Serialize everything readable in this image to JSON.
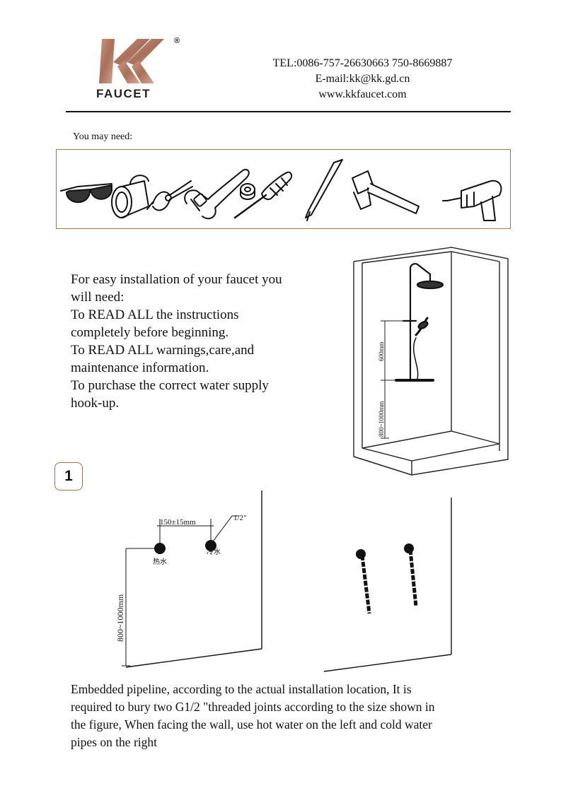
{
  "header": {
    "logo_text": "FAUCET",
    "registered_mark": "®",
    "tel": "TEL:0086-757-26630663 750-8669887",
    "email": "E-mail:kk@kk.gd.cn",
    "website": "www.kkfaucet.com",
    "colors": {
      "logo": "#b67d66",
      "border": "#a0705a"
    }
  },
  "tools": {
    "heading": "You may need:",
    "icons": [
      "safety-glasses-icon",
      "flashlight-icon",
      "pliers-icon",
      "adjustable-wrench-icon",
      "tape-icon",
      "screwdriver-icon",
      "chisel-icon",
      "hammer-icon",
      "drill-icon"
    ]
  },
  "intro": {
    "lines": [
      "For easy installation of your  faucet you",
      "will need:",
      "To READ ALL the instructions",
      "completely before beginning.",
      "To READ ALL warnings,care,and",
      "maintenance information.",
      "To purchase the correct water supply",
      "hook-up."
    ]
  },
  "shower_diagram": {
    "dim_upper": "600mm",
    "dim_lower": "800~1000mm"
  },
  "step1": {
    "number": "1",
    "spacing_label": "150±15mm",
    "thread_label": "1/2\"",
    "hot_label": "热水",
    "cold_label": "冷水",
    "height_label": "800~1000mm",
    "description": [
      "Embedded pipeline, according to the actual installation location, It is",
      "required to bury two G1/2 \"threaded joints according to the size shown in",
      "the figure, When facing the wall, use hot water on the left and cold water",
      "pipes on the right"
    ]
  }
}
